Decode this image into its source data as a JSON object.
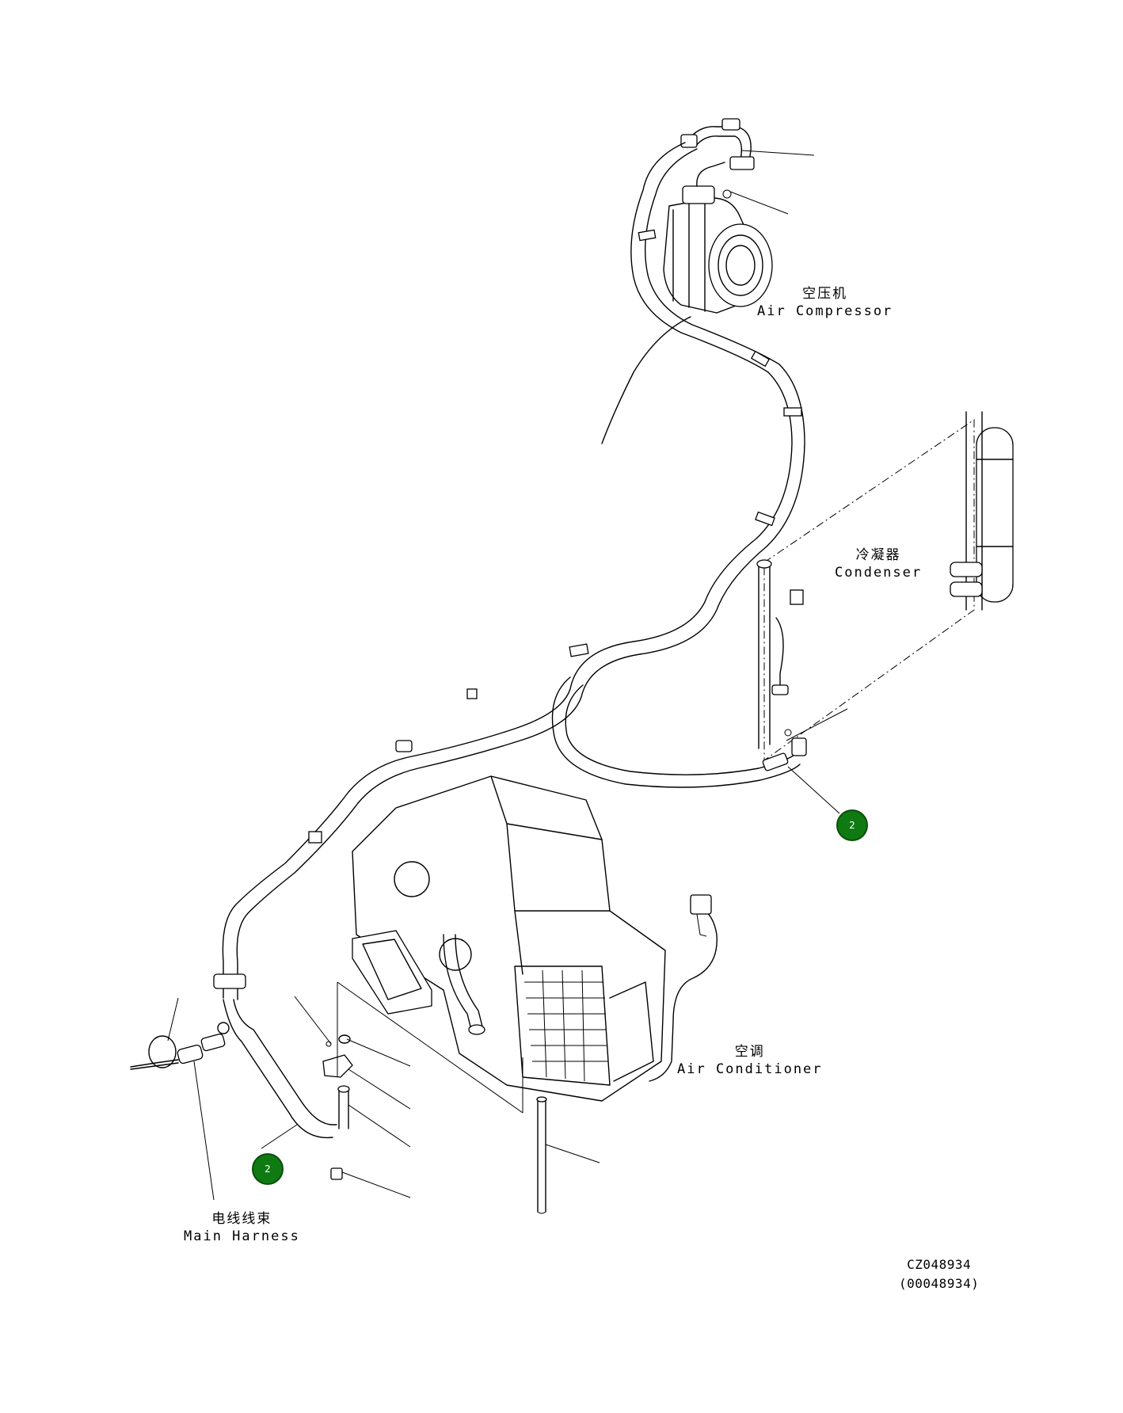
{
  "labels": {
    "compressor": {
      "cn": "空压机",
      "en": "Air Compressor"
    },
    "condenser": {
      "cn": "冷凝器",
      "en": "Condenser"
    },
    "air_conditioner": {
      "cn": "空调",
      "en": "Air Conditioner"
    },
    "main_harness": {
      "cn": "电线线束",
      "en": "Main Harness"
    }
  },
  "callouts": [
    {
      "text": "2"
    },
    {
      "text": "2"
    }
  ],
  "drawing_code": {
    "primary": "CZ048934",
    "secondary": "(00048934)"
  },
  "colors": {
    "callout_fill": "#0f7a12",
    "line": "#000000",
    "background": "#ffffff"
  }
}
